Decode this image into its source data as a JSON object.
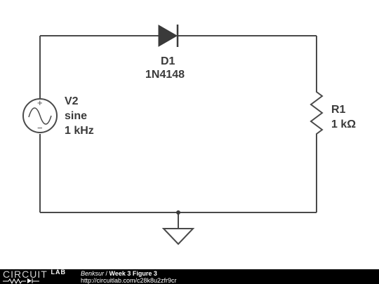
{
  "components": {
    "diode": {
      "ref": "D1",
      "part": "1N4148"
    },
    "source": {
      "ref": "V2",
      "type": "sine",
      "freq": "1 kHz",
      "plus": "+",
      "minus": "−"
    },
    "resistor": {
      "ref": "R1",
      "value": "1 kΩ"
    }
  },
  "footer": {
    "logo_top": "CIRCUIT",
    "logo_bottom": "LAB",
    "author": "Benksur",
    "separator": " / ",
    "title": "Week 3 Figure 3",
    "url": "http://circuitlab.com/c28k8u2zfr9cr"
  },
  "colors": {
    "wire": "#4a4a4a",
    "label": "#3a3a3a",
    "footer_bg": "#000000"
  }
}
